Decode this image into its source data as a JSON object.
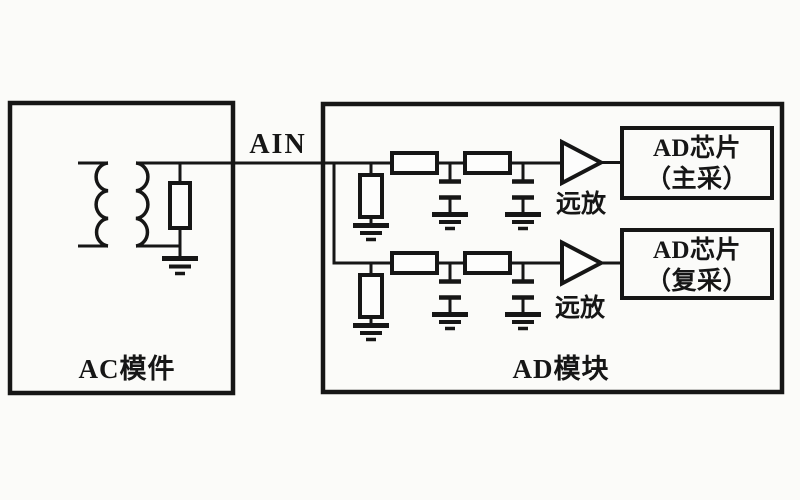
{
  "labels": {
    "signal": "AIN",
    "ac_module": "AC模件",
    "ad_module": "AD模块"
  },
  "channels": [
    {
      "amp": "远放",
      "chip_line1": "AD芯片",
      "chip_line2": "（主采）"
    },
    {
      "amp": "远放",
      "chip_line1": "AD芯片",
      "chip_line2": "（复采）"
    }
  ],
  "colors": {
    "ink": "#161616",
    "background": "#fbfbf9"
  }
}
